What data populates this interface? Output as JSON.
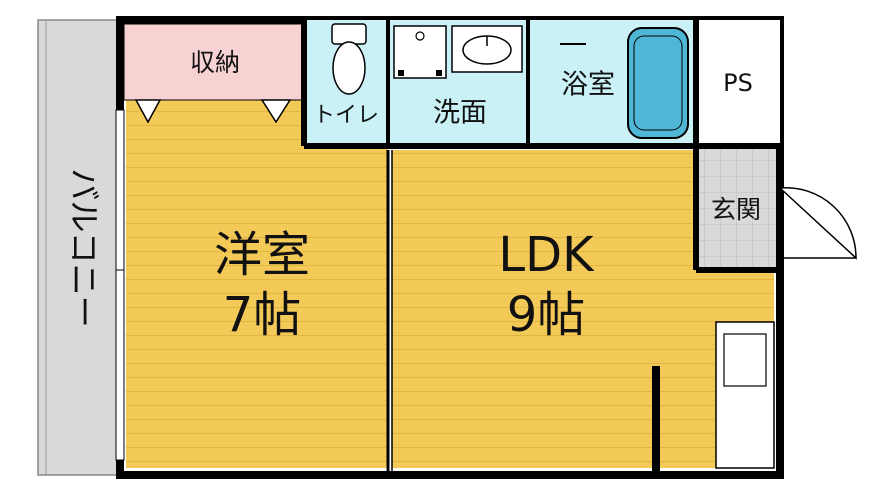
{
  "floorplan": {
    "rooms": {
      "western_room": {
        "name": "洋室",
        "size": "7帖"
      },
      "ldk": {
        "name": "LDK",
        "size": "9帖"
      },
      "storage": {
        "name": "収納"
      },
      "toilet": {
        "name": "トイレ"
      },
      "washroom": {
        "name": "洗面"
      },
      "bathroom": {
        "name": "浴室"
      },
      "pipe_space": {
        "name": "PS"
      },
      "entrance": {
        "name": "玄関"
      },
      "balcony": {
        "name": "バルコニー"
      }
    },
    "colors": {
      "wood_floor": "#f3c958",
      "wood_line": "#e2b640",
      "wet_area": "#c9f1f6",
      "storage": "#f8d2d3",
      "balcony": "#d9d9d9",
      "entrance_tile": "#d9d9d9",
      "bathtub": "#4fb6d6",
      "wall": "#000000"
    }
  }
}
